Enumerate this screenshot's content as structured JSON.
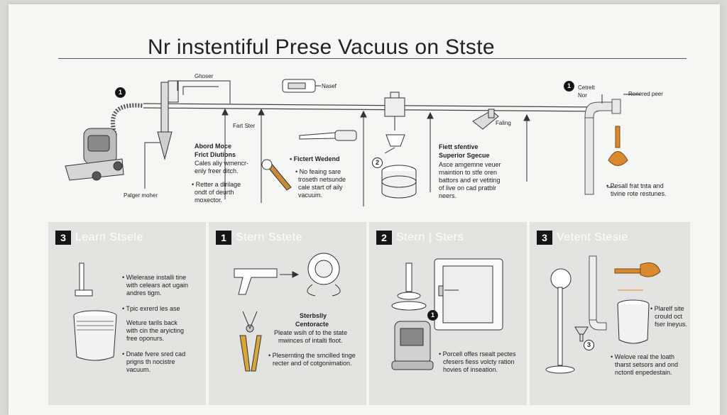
{
  "title": "Nr instentiful Prese Vacuus on Ststе",
  "top": {
    "labels": {
      "ghoser": "Ghoser",
      "nasef": "Nasef",
      "fart_ster": "Fart Ster",
      "cetrelt_nor": [
        "Cetrelt",
        "Nor"
      ],
      "renered_peer": "Renered peer",
      "faling": "Faling",
      "palger_moher": "Palger moher"
    },
    "numbers": [
      "1",
      "2",
      "1"
    ],
    "blocks": {
      "abord": {
        "heading": [
          "Abord Moce",
          "Frict Diutions"
        ],
        "lines": [
          "Cales aliy wmencr-",
          "enly freer ditch."
        ],
        "bullet": [
          "• Retter a dirilage",
          "ondt of deurth",
          "moxector."
        ]
      },
      "fictert": {
        "heading": "• Fictert Wedend",
        "bullet": [
          "• No feaing sare",
          "troseth netsunde",
          "cale start of aily",
          "vacuum."
        ]
      },
      "fiett": {
        "heading": [
          "Fiett sfentive",
          "Superior Sgecue"
        ],
        "lines": [
          "Asce amgemne veuer",
          "rnaintion to stfe oren",
          "battors and er vetiting",
          "of live on cad pratblr",
          "neers."
        ]
      },
      "pesall": {
        "bullet": [
          "• Pesall frat tnta and",
          "tivine rote restunes."
        ]
      }
    }
  },
  "panels": [
    {
      "badge": "3",
      "title": "Learn Stsele",
      "b1": [
        "• Wlelerase installi tine",
        "with celears aot ugain",
        "andres tigm."
      ],
      "b2": [
        "• Tpic exrerd les ase"
      ],
      "b3": [
        "Weture tarils back",
        "with cin the aryicting",
        "free oponurs."
      ],
      "b4": [
        "• Dnate fvere sred cad",
        "prigns th nocistre",
        "vacuum."
      ]
    },
    {
      "badge": "1",
      "title": "Stern Sstete",
      "heading": [
        "Sterbslly",
        "Centoracte"
      ],
      "b1": [
        "Pleate wsih of to the state",
        "mwinces of intalti floot."
      ],
      "b2": [
        "• Plesernting the smcilled tinge",
        "recter and of cotgonimation."
      ]
    },
    {
      "badge": "2",
      "title": "Stern | Sters",
      "num": "1",
      "b1": [
        "• Porcell offes rsealt pectes",
        "cfesers fiess volcty ration",
        "hovies of inseation."
      ]
    },
    {
      "badge": "3",
      "title": "Vetent Stesie",
      "num": "3",
      "b1": [
        "• Plarelf site",
        "crould oct",
        "fser lneyus."
      ],
      "b2": [
        "• Welove real the loath",
        "tharst setsors and ond",
        "nctontl enpedestain."
      ]
    }
  ],
  "colors": {
    "paper": "#f6f6f4",
    "panel": "#e3e3e1",
    "ink": "#1b1b1b",
    "accent_orange": "#d9892e"
  }
}
